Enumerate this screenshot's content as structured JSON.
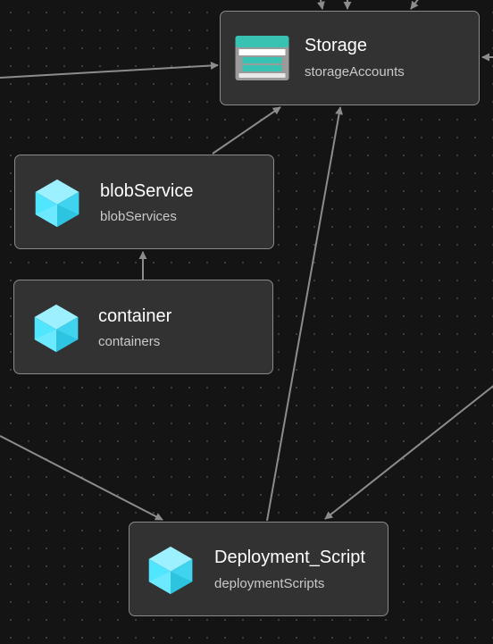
{
  "colors": {
    "background": "#141414",
    "node_fill": "#323232",
    "node_border": "#8a8a8a",
    "edge": "#8c8c8c",
    "cube": "#50e6ff",
    "storage_header": "#37c2b1"
  },
  "nodes": {
    "storage": {
      "title": "Storage",
      "subtitle": "storageAccounts",
      "icon": "storage-account-icon"
    },
    "blob_service": {
      "title": "blobService",
      "subtitle": "blobServices",
      "icon": "cube-icon"
    },
    "container": {
      "title": "container",
      "subtitle": "containers",
      "icon": "cube-icon"
    },
    "deployment_script": {
      "title": "Deployment_Script",
      "subtitle": "deploymentScripts",
      "icon": "cube-icon"
    }
  }
}
